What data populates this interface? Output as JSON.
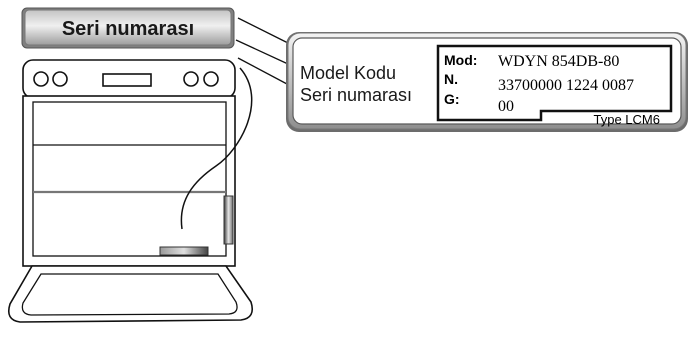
{
  "callout": {
    "label": "Seri numarası"
  },
  "plate": {
    "model_label": "Model Kodu",
    "serial_label": "Seri numarası",
    "rows": [
      {
        "key": "Mod:",
        "value": "WDYN 854DB-80"
      },
      {
        "key": "N.",
        "value": "33700000 1224 0087"
      },
      {
        "key": "G:",
        "value": "00"
      }
    ],
    "type_text": "Type LCM6"
  },
  "icons": {
    "dishwasher": "dishwasher-icon",
    "knob_left": "knob-icon",
    "knob_right": "knob-icon",
    "display": "display-panel-icon",
    "door_handle": "door-handle-icon"
  }
}
